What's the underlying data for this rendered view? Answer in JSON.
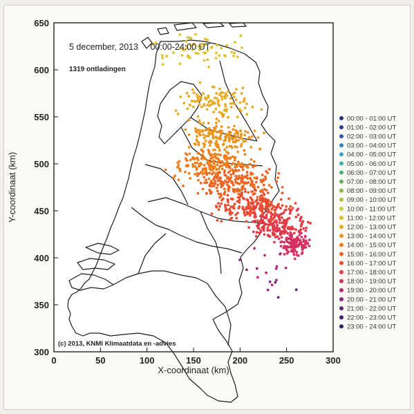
{
  "chart_data": {
    "type": "scatter",
    "title": "5 december, 2013     00:00-24:00 UT",
    "subtitle": "1319 ontladingen",
    "credit": "(c) 2013, KNMI Klimaatdata en -advies",
    "xlabel": "X-coordinaat (km)",
    "ylabel": "Y-coordinaat (km)",
    "xlim": [
      0,
      300
    ],
    "ylim": [
      300,
      650
    ],
    "xticks": [
      "0",
      "50",
      "100",
      "150",
      "200",
      "250",
      "300"
    ],
    "yticks": [
      "300",
      "350",
      "400",
      "450",
      "500",
      "550",
      "600",
      "650"
    ],
    "legend_position": "right",
    "legend": [
      {
        "label": "00:00 - 01:00 UT",
        "color": "#2a2f7a"
      },
      {
        "label": "01:00 - 02:00 UT",
        "color": "#2b3d8f"
      },
      {
        "label": "02:00 - 03:00 UT",
        "color": "#2f5ea8"
      },
      {
        "label": "03:00 - 04:00 UT",
        "color": "#2f86c0"
      },
      {
        "label": "04:00 - 05:00 UT",
        "color": "#33a8c8"
      },
      {
        "label": "05:00 - 06:00 UT",
        "color": "#39b6a4"
      },
      {
        "label": "06:00 - 07:00 UT",
        "color": "#47b476"
      },
      {
        "label": "07:00 - 08:00 UT",
        "color": "#5db553"
      },
      {
        "label": "08:00 - 09:00 UT",
        "color": "#83bd42"
      },
      {
        "label": "09:00 - 10:00 UT",
        "color": "#a7c638"
      },
      {
        "label": "10:00 - 11:00 UT",
        "color": "#c6cb33"
      },
      {
        "label": "11:00 - 12:00 UT",
        "color": "#dcc22d"
      },
      {
        "label": "12:00 - 13:00 UT",
        "color": "#e6ac23"
      },
      {
        "label": "13:00 - 14:00 UT",
        "color": "#eb941e"
      },
      {
        "label": "14:00 - 15:00 UT",
        "color": "#ee7e1c"
      },
      {
        "label": "15:00 - 16:00 UT",
        "color": "#ee6422"
      },
      {
        "label": "16:00 - 17:00 UT",
        "color": "#ea4d30"
      },
      {
        "label": "17:00 - 18:00 UT",
        "color": "#e33b48"
      },
      {
        "label": "18:00 - 19:00 UT",
        "color": "#d52f63"
      },
      {
        "label": "19:00 - 20:00 UT",
        "color": "#b6297a"
      },
      {
        "label": "20:00 - 21:00 UT",
        "color": "#8e2580"
      },
      {
        "label": "21:00 - 22:00 UT",
        "color": "#63227c"
      },
      {
        "label": "22:00 - 23:00 UT",
        "color": "#3f2273"
      },
      {
        "label": "23:00 - 24:00 UT",
        "color": "#28236a"
      }
    ],
    "discharge_clusters": [
      {
        "hour_index": 11,
        "center": [
          160,
          620
        ],
        "spread": [
          70,
          22
        ],
        "count": 60
      },
      {
        "hour_index": 12,
        "center": [
          175,
          565
        ],
        "spread": [
          55,
          25
        ],
        "count": 110
      },
      {
        "hour_index": 13,
        "center": [
          180,
          530
        ],
        "spread": [
          55,
          22
        ],
        "count": 150
      },
      {
        "hour_index": 14,
        "center": [
          170,
          500
        ],
        "spread": [
          65,
          22
        ],
        "count": 190
      },
      {
        "hour_index": 15,
        "center": [
          195,
          480
        ],
        "spread": [
          60,
          22
        ],
        "count": 200
      },
      {
        "hour_index": 16,
        "center": [
          215,
          455
        ],
        "spread": [
          55,
          22
        ],
        "count": 200
      },
      {
        "hour_index": 17,
        "center": [
          240,
          435
        ],
        "spread": [
          40,
          22
        ],
        "count": 180
      },
      {
        "hour_index": 18,
        "center": [
          260,
          415
        ],
        "spread": [
          22,
          18
        ],
        "count": 110
      },
      {
        "hour_index": 19,
        "center": [
          230,
          395
        ],
        "spread": [
          40,
          30
        ],
        "count": 10
      },
      {
        "hour_index": 20,
        "center": [
          220,
          385
        ],
        "spread": [
          40,
          35
        ],
        "count": 6
      },
      {
        "hour_index": 21,
        "center": [
          240,
          370
        ],
        "spread": [
          35,
          25
        ],
        "count": 3
      }
    ]
  }
}
